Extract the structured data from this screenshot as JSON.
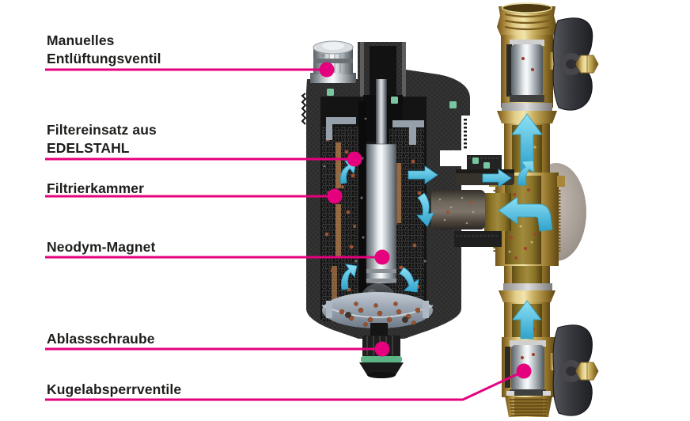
{
  "labels": [
    {
      "id": "manual-vent-valve",
      "line1": "Manuelles",
      "line2": "Entlüftungsventil"
    },
    {
      "id": "filter-insert",
      "line1": "Filtereinsatz aus",
      "line2": "EDELSTAHL"
    },
    {
      "id": "filter-chamber",
      "line1": "Filtrierkammer",
      "line2": ""
    },
    {
      "id": "neodym-magnet",
      "line1": "Neodym-Magnet",
      "line2": ""
    },
    {
      "id": "drain-screw",
      "line1": "Ablassschraube",
      "line2": ""
    },
    {
      "id": "ball-shutoff-valves",
      "line1": "Kugelabsperrventile",
      "line2": ""
    }
  ],
  "colors": {
    "accent_leader": "#e5007e",
    "label_text": "#1d1d1b",
    "flow_arrow": "#4ab7dc",
    "brass": "#c9a850",
    "housing_dark": "#2c2c2c",
    "oring_green": "#6ec59a",
    "dirt_particles": "#9c5230",
    "magnet_chrome": "#dde2e5",
    "background": "#ffffff"
  },
  "icons": {
    "leader_dot": "filled-circle",
    "flow_arrow": "cyan-directional-arrow"
  }
}
